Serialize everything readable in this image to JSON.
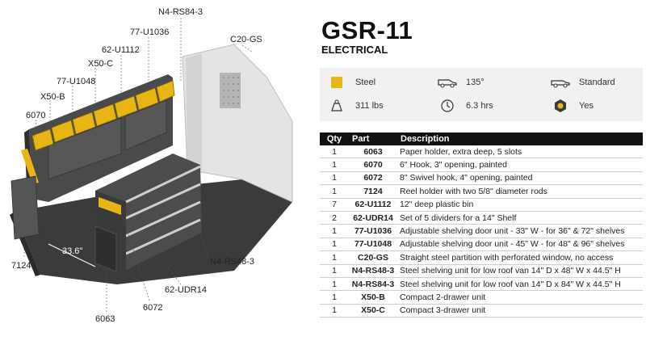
{
  "product": {
    "title": "GSR-11",
    "subtitle": "ELECTRICAL"
  },
  "specs": {
    "material": {
      "label": "Steel",
      "icon": "color-swatch-icon",
      "color": "#e8b614"
    },
    "angle": {
      "label": "135°",
      "icon": "van-side-icon"
    },
    "roof": {
      "label": "Standard",
      "icon": "van-roof-icon"
    },
    "weight": {
      "label": "311 lbs",
      "icon": "weight-icon"
    },
    "time": {
      "label": "6.3 hrs",
      "icon": "install-time-icon"
    },
    "badge": {
      "label": "Yes",
      "icon": "badge-icon"
    }
  },
  "table": {
    "headers": {
      "qty": "Qty",
      "part": "Part",
      "desc": "Description"
    },
    "rows": [
      {
        "qty": "1",
        "part": "6063",
        "desc": "Paper holder, extra deep, 5 slots"
      },
      {
        "qty": "1",
        "part": "6070",
        "desc": "6\" Hook, 3\" opening, painted"
      },
      {
        "qty": "1",
        "part": "6072",
        "desc": "8\" Swivel hook, 4\" opening, painted"
      },
      {
        "qty": "1",
        "part": "7124",
        "desc": "Reel holder with two 5/8\" diameter rods"
      },
      {
        "qty": "7",
        "part": "62-U1112",
        "desc": "12\" deep plastic bin"
      },
      {
        "qty": "2",
        "part": "62-UDR14",
        "desc": "Set of 5 dividers for a 14\" Shelf"
      },
      {
        "qty": "1",
        "part": "77-U1036",
        "desc": "Adjustable shelving door unit - 33\" W - for 36\" & 72\" shelves"
      },
      {
        "qty": "1",
        "part": "77-U1048",
        "desc": "Adjustable shelving door unit - 45\" W - for 48\" & 96\" shelves"
      },
      {
        "qty": "1",
        "part": "C20-GS",
        "desc": "Straight steel partition with perforated window, no access"
      },
      {
        "qty": "1",
        "part": "N4-RS48-3",
        "desc": "Steel shelving unit for low roof van 14\" D x 48\" W x 44.5\" H"
      },
      {
        "qty": "1",
        "part": "N4-RS84-3",
        "desc": "Steel shelving unit for low roof van 14\" D x 84\" W x 44.5\" H"
      },
      {
        "qty": "1",
        "part": "X50-B",
        "desc": "Compact 2-drawer unit"
      },
      {
        "qty": "1",
        "part": "X50-C",
        "desc": "Compact 3-drawer unit"
      }
    ]
  },
  "callouts": {
    "n4rs84": "N4-RS84-3",
    "u1036": "77-U1036",
    "c20gs": "C20-GS",
    "u1112": "62-U1112",
    "x50c": "X50-C",
    "u1048": "77-U1048",
    "x50b": "X50-B",
    "p6070": "6070",
    "dim": "33.6\"",
    "n4rs48": "N4-RS48-3",
    "p7124": "7124",
    "udr14": "62-UDR14",
    "p6072": "6072",
    "p6063": "6063"
  }
}
